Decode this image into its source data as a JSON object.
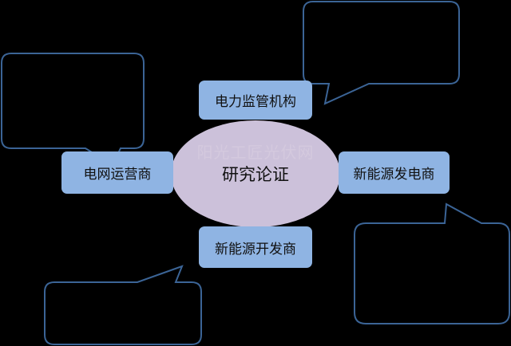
{
  "center": {
    "label": "研究论证",
    "watermark": "阳光工匠光伏网"
  },
  "nodes": {
    "top": "电力监管机构",
    "left": "电网运营商",
    "right": "新能源发电商",
    "bottom": "新能源开发商"
  },
  "colors": {
    "node": "#8fb4e3",
    "ellipse": "#ccc1da",
    "callout_stroke": "#3b6496",
    "background": "#000000"
  }
}
